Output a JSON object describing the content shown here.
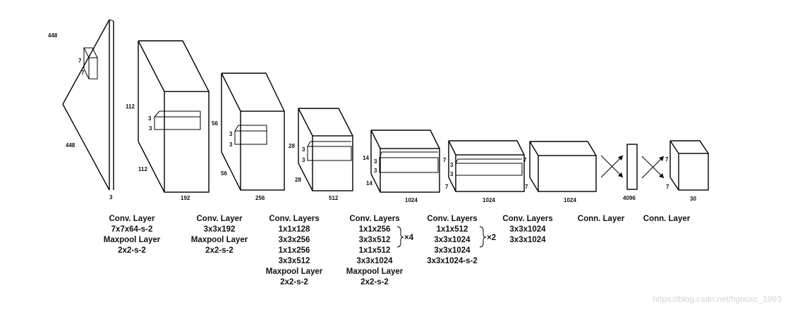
{
  "dims": {
    "l1": {
      "h": "448",
      "w": "448",
      "d": "3",
      "k1": "7",
      "k2": "7"
    },
    "l2": {
      "h": "112",
      "w": "112",
      "d": "192",
      "k1": "3",
      "k2": "3"
    },
    "l3": {
      "h": "56",
      "w": "56",
      "d": "256",
      "k1": "3",
      "k2": "3"
    },
    "l4": {
      "h": "28",
      "w": "28",
      "d": "512",
      "k1": "3",
      "k2": "3"
    },
    "l5": {
      "h": "14",
      "w": "14",
      "d": "1024",
      "k1": "3",
      "k2": "3"
    },
    "l6": {
      "h": "7",
      "w": "7",
      "d": "1024",
      "k1": "3",
      "k2": "3"
    },
    "l7": {
      "h": "7",
      "w": "7",
      "d": "1024"
    },
    "l8": {
      "d": "4096"
    },
    "l9": {
      "h": "7",
      "w": "7",
      "d": "30"
    }
  },
  "captions": [
    {
      "lines": [
        "Conv. Layer",
        "7x7x64-s-2",
        "Maxpool Layer",
        "2x2-s-2"
      ]
    },
    {
      "lines": [
        "Conv. Layer",
        "3x3x192",
        "Maxpool Layer",
        "2x2-s-2"
      ]
    },
    {
      "lines": [
        "Conv. Layers",
        "1x1x128",
        "3x3x256",
        "1x1x256",
        "3x3x512",
        "Maxpool Layer",
        "2x2-s-2"
      ]
    },
    {
      "lines": [
        "Conv. Layers",
        "1x1x256",
        "3x3x512",
        "1x1x512",
        "3x3x1024",
        "Maxpool Layer",
        "2x2-s-2"
      ],
      "repeat": "×4"
    },
    {
      "lines": [
        "Conv. Layers",
        "1x1x512",
        "3x3x1024",
        "3x3x1024",
        "3x3x1024-s-2"
      ],
      "repeat": "×2"
    },
    {
      "lines": [
        "Conv. Layers",
        "3x3x1024",
        "3x3x1024"
      ]
    },
    {
      "lines": [
        "Conn. Layer"
      ]
    },
    {
      "lines": [
        "Conn. Layer"
      ]
    }
  ],
  "watermark": "https://blog.csdn.net/hgnuxc_1993"
}
